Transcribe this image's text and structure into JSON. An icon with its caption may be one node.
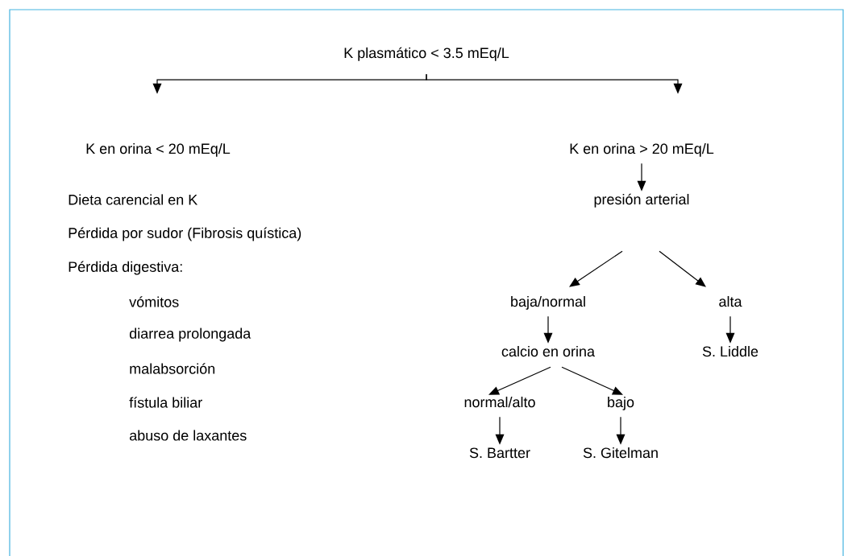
{
  "diagram": {
    "nodes": [
      {
        "text": [
          "K plasmático < 3.5 mEq/L"
        ]
      },
      {
        "text": [
          "K en orina < 20 mEq/L"
        ]
      },
      {
        "text": [
          "K en orina > 20 mEq/L"
        ]
      },
      {
        "text": [
          "presión arterial"
        ]
      },
      {
        "text": [
          "baja/normal"
        ]
      },
      {
        "text": [
          "alta"
        ]
      },
      {
        "text": [
          "calcio en orina"
        ]
      },
      {
        "text": [
          "S. Liddle"
        ]
      },
      {
        "text": [
          "normal/alto"
        ]
      },
      {
        "text": [
          "bajo"
        ]
      },
      {
        "text": [
          "S. Bartter"
        ]
      },
      {
        "text": [
          "S. Gitelman"
        ]
      }
    ],
    "edges": [
      {
        "from": 0,
        "to": 1,
        "arrow": "to"
      },
      {
        "from": 0,
        "to": 2,
        "arrow": "to"
      },
      {
        "from": 2,
        "to": 3,
        "arrow": "to"
      },
      {
        "from": 3,
        "to": 4,
        "arrow": "to"
      },
      {
        "from": 3,
        "to": 5,
        "arrow": "to"
      },
      {
        "from": 4,
        "to": 6,
        "arrow": "to"
      },
      {
        "from": 5,
        "to": 7,
        "arrow": "to"
      },
      {
        "from": 6,
        "to": 8,
        "arrow": "to"
      },
      {
        "from": 6,
        "to": 9,
        "arrow": "to"
      },
      {
        "from": 8,
        "to": 10,
        "arrow": "to"
      },
      {
        "from": 9,
        "to": 11,
        "arrow": "to"
      }
    ],
    "labels": [
      "Dieta carencial en K",
      "Pérdida por sudor (Fibrosis quística)",
      "Pérdida digestiva:",
      "vómitos",
      "diarrea prolongada",
      "malabsorción",
      "fístula biliar",
      "abuso de laxantes"
    ]
  }
}
